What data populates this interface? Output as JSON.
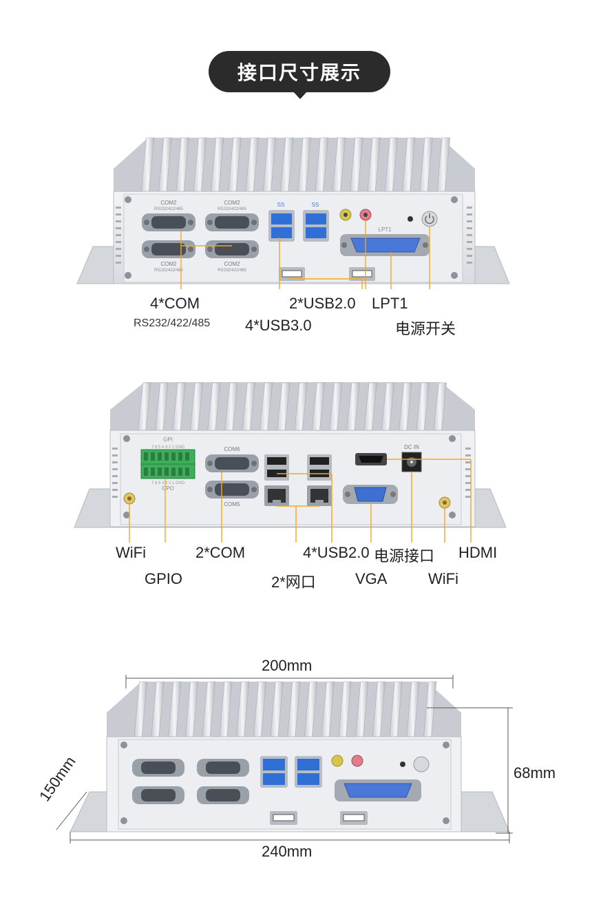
{
  "title": "接口尺寸展示",
  "front_panel": {
    "silk": {
      "com_name": "COM2",
      "com_type": "RS232/422/485",
      "usb_ss_mark": "SS",
      "lpt_mark": "LPT1"
    },
    "labels": {
      "com": "4*COM",
      "com_sub": "RS232/422/485",
      "usb3": "4*USB3.0",
      "usb2": "2*USB2.0",
      "lpt": "LPT1",
      "power": "电源开关"
    }
  },
  "rear_panel": {
    "silk": {
      "gpi": "GPI",
      "gpo": "GPO",
      "gpi_pins": "7 6 5 4 3 2 1 GND",
      "gpo_pins": "7 6 5 4 3 2 1 GND",
      "com6": "COM6",
      "com5": "COM5",
      "dcin": "DC IN"
    },
    "labels": {
      "wifi_left": "WiFi",
      "gpio": "GPIO",
      "com": "2*COM",
      "usb2": "4*USB2.0",
      "lan": "2*网口",
      "vga": "VGA",
      "dc": "电源接口",
      "wifi_right": "WiFi",
      "hdmi": "HDMI"
    }
  },
  "dimensions": {
    "width": "200mm",
    "height": "68mm",
    "depth": "150mm",
    "overall": "240mm"
  },
  "colors": {
    "callout_line": "#f5a623",
    "usb3_blue": "#2f6fd6",
    "terminal_green": "#3fae5a",
    "vga_blue": "#3f6fd0",
    "title_bg": "#2b2b2b"
  }
}
